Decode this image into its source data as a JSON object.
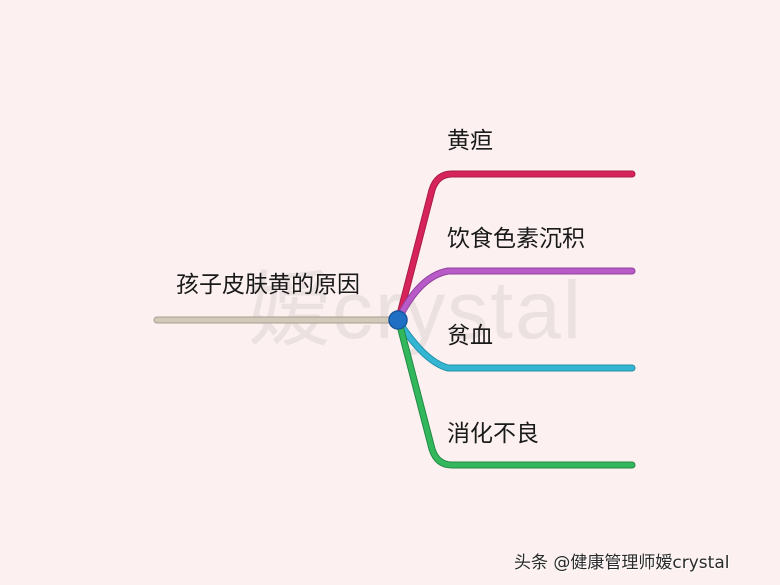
{
  "mindmap": {
    "root": {
      "label": "孩子皮肤黄的原因",
      "line_color": "#c9bfae",
      "node_color": "#1f6fc4"
    },
    "branches": [
      {
        "label": "黄疸",
        "color": "#d6245a"
      },
      {
        "label": "饮食色素沉积",
        "color": "#b455c4"
      },
      {
        "label": "贫血",
        "color": "#2fb2cf"
      },
      {
        "label": "消化不良",
        "color": "#2eb35a"
      }
    ]
  },
  "watermark": {
    "text": "嫒crystal"
  },
  "credit": {
    "text": "头条 @健康管理师嫒crystal"
  },
  "colors": {
    "background": "#fcf0f0"
  }
}
